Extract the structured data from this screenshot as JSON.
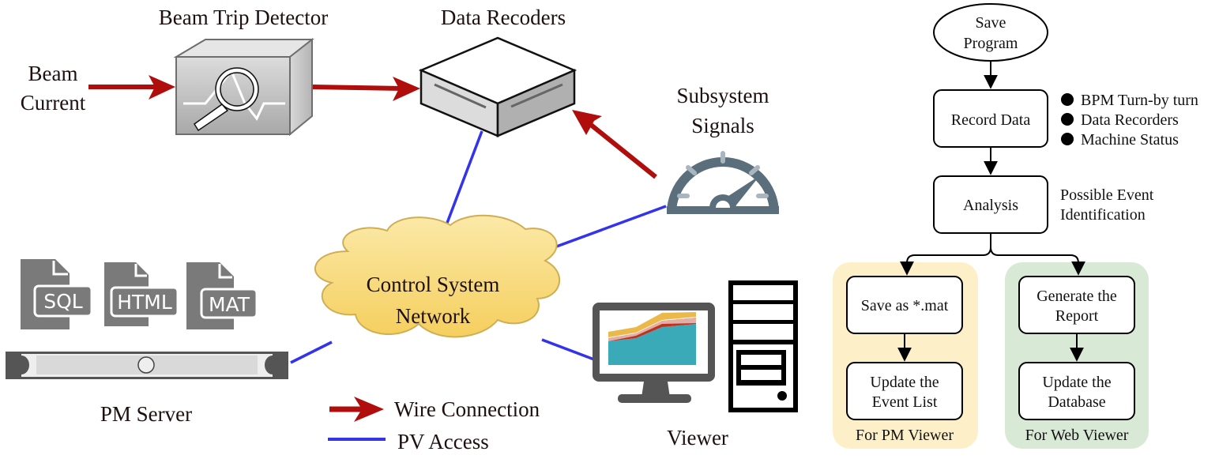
{
  "system_diagram": {
    "nodes": {
      "beam_current": {
        "line1": "Beam",
        "line2": "Current"
      },
      "beam_trip_detector": {
        "label": "Beam Trip Detector"
      },
      "data_recorders": {
        "label": "Data Recoders"
      },
      "subsystem_signals": {
        "line1": "Subsystem",
        "line2": "Signals"
      },
      "network": {
        "line1": "Control System",
        "line2": "Network"
      },
      "pm_server": {
        "label": "PM Server",
        "file_types": [
          "SQL",
          "HTML",
          "MAT"
        ]
      },
      "viewer": {
        "label": "Viewer"
      }
    },
    "legend": {
      "wire": "Wire Connection",
      "pv": "PV Access"
    },
    "colors": {
      "wire": "#b00d0d",
      "pv_access": "#3333ee",
      "cloud_fill": "#f7d87a",
      "icon_gray": "#7a7a7a",
      "gauge": "#5a6e7c"
    }
  },
  "flowchart": {
    "start": {
      "line1": "Save",
      "line2": "Program"
    },
    "record": {
      "label": "Record Data",
      "notes": [
        "BPM Turn-by turn",
        "Data Recorders",
        "Machine Status"
      ]
    },
    "analysis": {
      "label": "Analysis",
      "note_line1": "Possible Event",
      "note_line2": "Identification"
    },
    "pm_branch": {
      "step1": "Save as *.mat",
      "step2_line1": "Update the",
      "step2_line2": "Event List",
      "caption": "For PM Viewer",
      "color": "#fdf0c9"
    },
    "web_branch": {
      "step1_line1": "Generate the",
      "step1_line2": "Report",
      "step2_line1": "Update the",
      "step2_line2": "Database",
      "caption": "For Web Viewer",
      "color": "#d8ead5"
    }
  }
}
